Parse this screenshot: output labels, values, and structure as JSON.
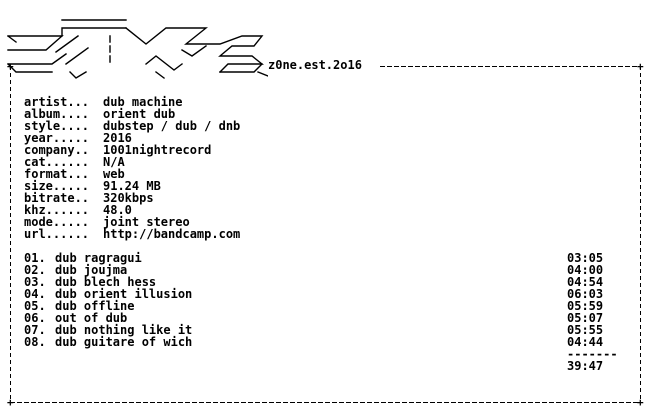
{
  "header": {
    "group_tag": "z0ne.est.2o16"
  },
  "info": [
    {
      "key": "artist...",
      "value": "dub machine"
    },
    {
      "key": "album....",
      "value": "orient dub"
    },
    {
      "key": "style....",
      "value": "dubstep / dub / dnb"
    },
    {
      "key": "year.....",
      "value": "2016"
    },
    {
      "key": "company..",
      "value": "1001nightrecord"
    },
    {
      "key": "cat......",
      "value": "N/A"
    },
    {
      "key": "format...",
      "value": "web"
    },
    {
      "key": "size.....",
      "value": "91.24 MB"
    },
    {
      "key": "bitrate..",
      "value": "320kbps"
    },
    {
      "key": "khz......",
      "value": "48.0"
    },
    {
      "key": "mode.....",
      "value": "joint stereo"
    },
    {
      "key": "url......",
      "value": "http://bandcamp.com"
    }
  ],
  "tracks": [
    {
      "num": "01.",
      "title": "dub ragragui",
      "time": "03:05"
    },
    {
      "num": "02.",
      "title": "dub joujma",
      "time": "04:00"
    },
    {
      "num": "03.",
      "title": "dub blech hess",
      "time": "04:54"
    },
    {
      "num": "04.",
      "title": "dub orient illusion",
      "time": "06:03"
    },
    {
      "num": "05.",
      "title": "dub offline",
      "time": "05:59"
    },
    {
      "num": "06.",
      "title": "out of dub",
      "time": "05:07"
    },
    {
      "num": "07.",
      "title": "dub nothing like it",
      "time": "05:55"
    },
    {
      "num": "08.",
      "title": "dub guitare of wich",
      "time": "04:44"
    }
  ],
  "total": {
    "rule": "-------",
    "time": "39:47"
  },
  "colors": {
    "text": "#000000",
    "background": "#ffffff"
  }
}
